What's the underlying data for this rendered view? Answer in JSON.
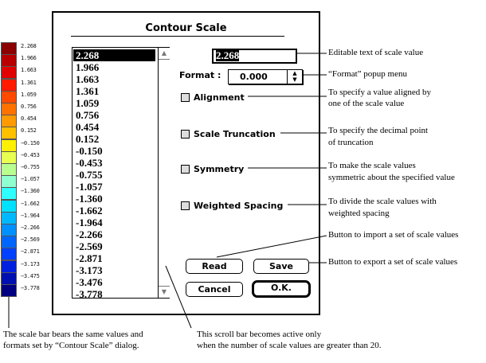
{
  "colorbar": {
    "labels": [
      "2.268",
      "1.966",
      "1.663",
      "1.361",
      "1.059",
      "0.756",
      "0.454",
      "0.152",
      "−0.150",
      "−0.453",
      "−0.755",
      "−1.057",
      "−1.360",
      "−1.662",
      "−1.964",
      "−2.266",
      "−2.569",
      "−2.871",
      "−3.173",
      "−3.475",
      "−3.778"
    ],
    "colors": [
      "#8b0000",
      "#b80000",
      "#e00000",
      "#ff1a00",
      "#ff4a00",
      "#ff7200",
      "#ff9a00",
      "#ffc000",
      "#fff000",
      "#e8ff50",
      "#b8ff90",
      "#90ffd0",
      "#30ffff",
      "#00e0ff",
      "#00b8ff",
      "#0090ff",
      "#0066ff",
      "#0040ff",
      "#0020e0",
      "#0010b0",
      "#000080"
    ]
  },
  "dialog": {
    "title": "Contour Scale",
    "list_items": [
      "2.268",
      "1.966",
      "1.663",
      "1.361",
      "1.059",
      "0.756",
      "0.454",
      "0.152",
      "-0.150",
      "-0.453",
      "-0.755",
      "-1.057",
      "-1.360",
      "-1.662",
      "-1.964",
      "-2.266",
      "-2.569",
      "-2.871",
      "-3.173",
      "-3.476",
      "-3.778"
    ],
    "selected_index": 0,
    "value_field": "2.268",
    "format_label": "Format :",
    "format_value": "0.000",
    "checkboxes": {
      "alignment": "Alignment",
      "scale_truncation": "Scale Truncation",
      "symmetry": "Symmetry",
      "weighted_spacing": "Weighted Spacing"
    },
    "buttons": {
      "read": "Read",
      "save": "Save",
      "cancel": "Cancel",
      "ok": "O.K."
    }
  },
  "annotations": {
    "value_field": "Editable text of scale value",
    "format_popup": "“Format” popup menu",
    "alignment_1": "To specify a value aligned by",
    "alignment_2": "one of the scale value",
    "truncation_1": "To specify the decimal point",
    "truncation_2": "of truncation",
    "symmetry_1": "To make the scale values",
    "symmetry_2": "symmetric about the specified value",
    "weighted_1": "To divide the scale values with",
    "weighted_2": "weighted spacing",
    "read": "Button to import a set of scale values",
    "save": "Button to export a set of scale values",
    "colorbar_1": "The scale  bar bears the same values and",
    "colorbar_2": "formats set by “Contour Scale” dialog.",
    "scrollbar_1": "This scroll bar becomes active only",
    "scrollbar_2": "when the number of scale values are greater than 20."
  }
}
